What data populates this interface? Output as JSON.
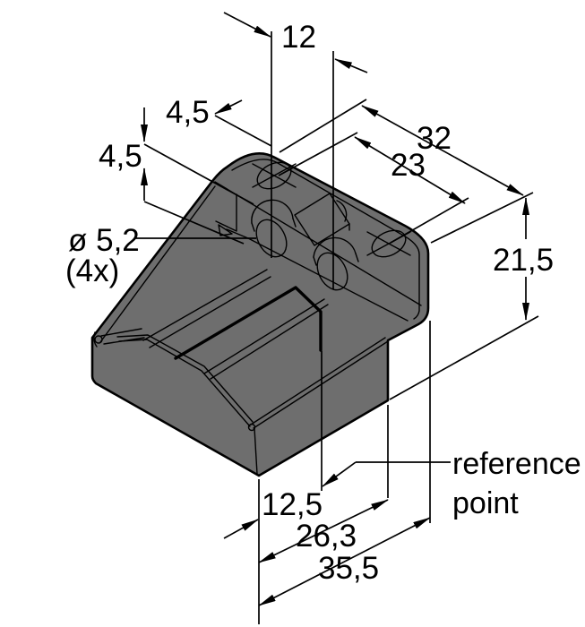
{
  "drawing": {
    "type": "isometric dimensional drawing of sensor mounting bracket",
    "colors": {
      "background": "#ffffff",
      "body_fill": "#6e6e6e",
      "line_color": "#000000",
      "text_color": "#000000"
    },
    "dimensions": {
      "top_width": "12",
      "hole_offset_a": "4,5",
      "hole_offset_b": "4,5",
      "hole_diameter": "ø 5,2",
      "hole_count": "(4x)",
      "length_total": "32",
      "hole_spacing": "23",
      "height": "21,5",
      "base_offset": "12,5",
      "base_mid": "26,3",
      "base_total": "35,5"
    },
    "annotations": {
      "reference_line1": "reference",
      "reference_line2": "point"
    }
  }
}
